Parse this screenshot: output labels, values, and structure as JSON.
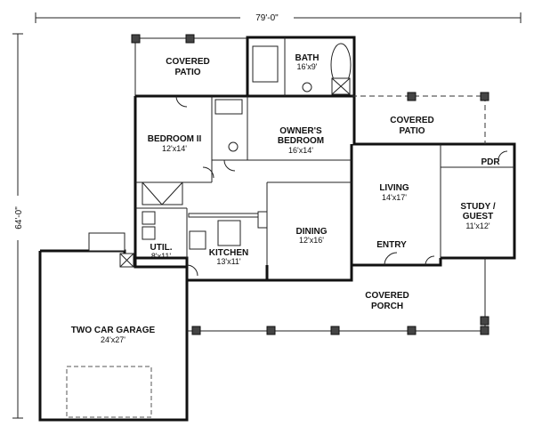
{
  "dimensions": {
    "width": "79'-0\"",
    "depth": "64'-0\""
  },
  "rooms": {
    "covered_patio_left": {
      "line1": "COVERED",
      "line2": "PATIO"
    },
    "bath": {
      "name": "BATH",
      "size": "16'x9'"
    },
    "bedroom_ii": {
      "name": "BEDROOM II",
      "size": "12'x14'"
    },
    "owners_bedroom": {
      "line1": "OWNER'S",
      "line2": "BEDROOM",
      "size": "16'x14'"
    },
    "covered_patio_right": {
      "line1": "COVERED",
      "line2": "PATIO"
    },
    "pdr": {
      "name": "PDR"
    },
    "living": {
      "name": "LIVING",
      "size": "14'x17'"
    },
    "study_guest": {
      "line1": "STUDY /",
      "line2": "GUEST",
      "size": "11'x12'"
    },
    "dining": {
      "name": "DINING",
      "size": "12'x16'"
    },
    "entry": {
      "name": "ENTRY"
    },
    "kitchen": {
      "name": "KITCHEN",
      "size": "13'x11'"
    },
    "util": {
      "name": "UTIL.",
      "size": "8'x11'"
    },
    "covered_porch": {
      "line1": "COVERED",
      "line2": "PORCH"
    },
    "garage": {
      "name": "TWO CAR GARAGE",
      "size": "24'x27'"
    }
  }
}
